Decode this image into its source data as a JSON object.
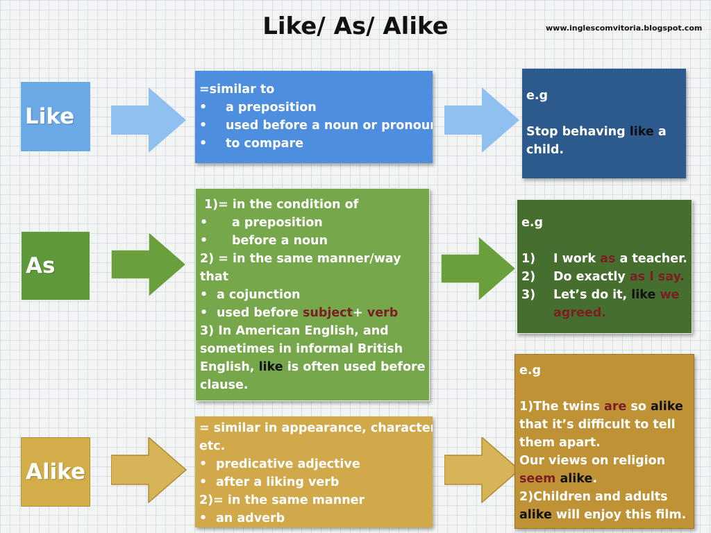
{
  "title": "Like/ As/ Alike",
  "url": "www.inglescomvitoria.blogspot.com",
  "colors": {
    "like_label": "#6aa8e6",
    "like_def": "#4d8fde",
    "like_example": "#2c5a8c",
    "like_arrow": "#8fc0ef",
    "as_label": "#5f9a3a",
    "as_def": "#76a84b",
    "as_example": "#466e2e",
    "as_arrow": "#69a03d",
    "alike_label": "#d2ad4a",
    "alike_def": "#d1a84a",
    "alike_example": "#bf9236",
    "alike_arrow": "#d7b457",
    "keyword": "#111111",
    "highlight_red": "#7a1f24"
  },
  "like": {
    "label": "Like",
    "def": {
      "line1": "=similar to",
      "b1": "a preposition",
      "b2": "used before a noun or pronoun",
      "b3": "to compare"
    },
    "example": {
      "head": "e.g",
      "s1a": "Stop behaving ",
      "s1kw": "like",
      "s1b": " a",
      "s2": "child."
    }
  },
  "as": {
    "label": "As",
    "def": {
      "l1": "1)= in the condition of",
      "b1": "a preposition",
      "b2": "before a noun",
      "l2": "2) = in the same manner/way",
      "l3": "that",
      "b3": "a cojunction",
      "b4a": "used before ",
      "b4kw1": "subject",
      "b4plus": "+ ",
      "b4kw2": "verb",
      "l4": "3) In American English, and",
      "l5": "sometimes in informal British",
      "l6a": "English, ",
      "l6kw": "like",
      "l6b": " is often used before a",
      "l7": "clause."
    },
    "example": {
      "head": "e.g",
      "n1": "1)",
      "e1a": "I work ",
      "e1kw": "as",
      "e1b": " a teacher.",
      "n2": "2)",
      "e2a": "Do exactly ",
      "e2kw": "as",
      "e2b": " ",
      "e2red": "I say.",
      "n3": "3)",
      "e3a": "Let’s do it, ",
      "e3kw": "like",
      "e3b": " ",
      "e3red": "we",
      "e3red2": "agreed."
    }
  },
  "alike": {
    "label": "Alike",
    "def": {
      "l1": "= similar in appearance, character,",
      "l2": "etc.",
      "b1": "predicative adjective",
      "b2": "after a liking verb",
      "l3": "2)= in the same manner",
      "b3": "an adverb"
    },
    "example": {
      "head": "e.g",
      "l1a": "1)The twins ",
      "l1red": "are",
      "l1b": " so ",
      "l1kw": "alike",
      "l2": "that it’s difficult to tell",
      "l3": "them apart.",
      "l4": "Our views on religion",
      "l5red": "seem",
      "l5b": " ",
      "l5kw": "alike",
      "l5c": ".",
      "l6": "2)Children and adults",
      "l7kw": "alike",
      "l7b": " will enjoy this film."
    }
  },
  "bullet": "•"
}
